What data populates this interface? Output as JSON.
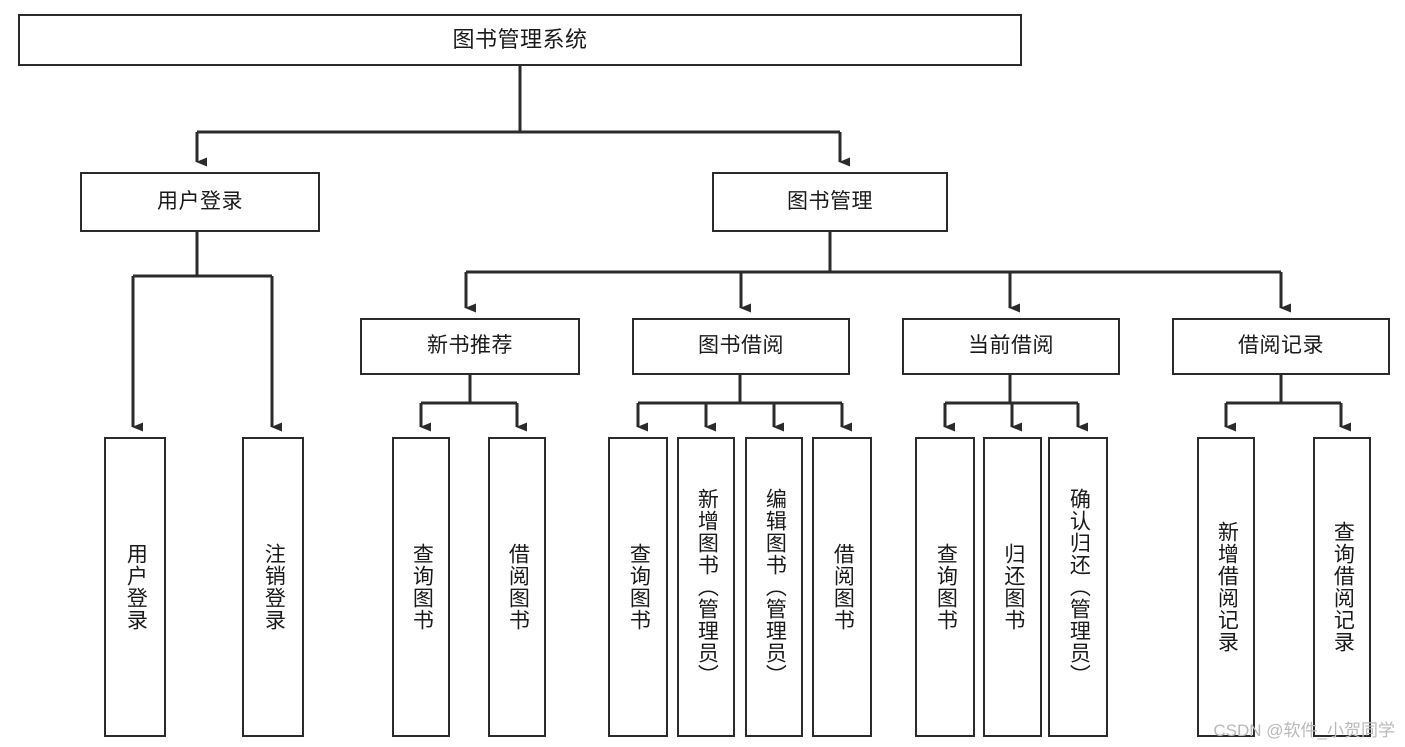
{
  "diagram": {
    "type": "tree",
    "title": "图书管理系统",
    "orientation": "top-down",
    "colors": {
      "box_border": "#2b2b2b",
      "box_fill": "#ffffff",
      "edge": "#2b2b2b",
      "text": "#1a1a1a",
      "watermark": "#b9b9b9"
    },
    "nodes": {
      "root": {
        "label": "图书管理系统"
      },
      "level1": [
        {
          "id": "user-login",
          "label": "用户登录"
        },
        {
          "id": "book-manage",
          "label": "图书管理"
        }
      ],
      "level2": [
        {
          "id": "new-book-recommend",
          "label": "新书推荐"
        },
        {
          "id": "book-borrow",
          "label": "图书借阅"
        },
        {
          "id": "current-borrow",
          "label": "当前借阅"
        },
        {
          "id": "borrow-record",
          "label": "借阅记录"
        }
      ],
      "leaves": {
        "user_login": [
          {
            "id": "leaf-user-login",
            "label": "用户登录"
          },
          {
            "id": "leaf-logout-login",
            "label": "注销登录"
          }
        ],
        "new_book_recommend": [
          {
            "id": "leaf-query-book-1",
            "label": "查询图书"
          },
          {
            "id": "leaf-borrow-book-1",
            "label": "借阅图书"
          }
        ],
        "book_borrow": [
          {
            "id": "leaf-query-book-2",
            "label": "查询图书"
          },
          {
            "id": "leaf-add-book",
            "label": "新增图书（管理员）"
          },
          {
            "id": "leaf-edit-book",
            "label": "编辑图书（管理员）"
          },
          {
            "id": "leaf-borrow-book-2",
            "label": "借阅图书"
          }
        ],
        "current_borrow": [
          {
            "id": "leaf-query-book-3",
            "label": "查询图书"
          },
          {
            "id": "leaf-return-book",
            "label": "归还图书"
          },
          {
            "id": "leaf-confirm-return",
            "label": "确认归还（管理员）"
          }
        ],
        "borrow_record": [
          {
            "id": "leaf-add-record",
            "label": "新增借阅记录"
          },
          {
            "id": "leaf-query-record",
            "label": "查询借阅记录"
          }
        ]
      }
    },
    "edges": [
      {
        "from": "root",
        "to": "user-login"
      },
      {
        "from": "root",
        "to": "book-manage"
      },
      {
        "from": "user-login",
        "to": "leaf-user-login"
      },
      {
        "from": "user-login",
        "to": "leaf-logout-login"
      },
      {
        "from": "book-manage",
        "to": "new-book-recommend"
      },
      {
        "from": "book-manage",
        "to": "book-borrow"
      },
      {
        "from": "book-manage",
        "to": "current-borrow"
      },
      {
        "from": "book-manage",
        "to": "borrow-record"
      },
      {
        "from": "new-book-recommend",
        "to": "leaf-query-book-1"
      },
      {
        "from": "new-book-recommend",
        "to": "leaf-borrow-book-1"
      },
      {
        "from": "book-borrow",
        "to": "leaf-query-book-2"
      },
      {
        "from": "book-borrow",
        "to": "leaf-add-book"
      },
      {
        "from": "book-borrow",
        "to": "leaf-edit-book"
      },
      {
        "from": "book-borrow",
        "to": "leaf-borrow-book-2"
      },
      {
        "from": "current-borrow",
        "to": "leaf-query-book-3"
      },
      {
        "from": "current-borrow",
        "to": "leaf-return-book"
      },
      {
        "from": "current-borrow",
        "to": "leaf-confirm-return"
      },
      {
        "from": "borrow-record",
        "to": "leaf-add-record"
      },
      {
        "from": "borrow-record",
        "to": "leaf-query-record"
      }
    ]
  },
  "watermark": {
    "text": "CSDN @软件_小贺同学"
  }
}
